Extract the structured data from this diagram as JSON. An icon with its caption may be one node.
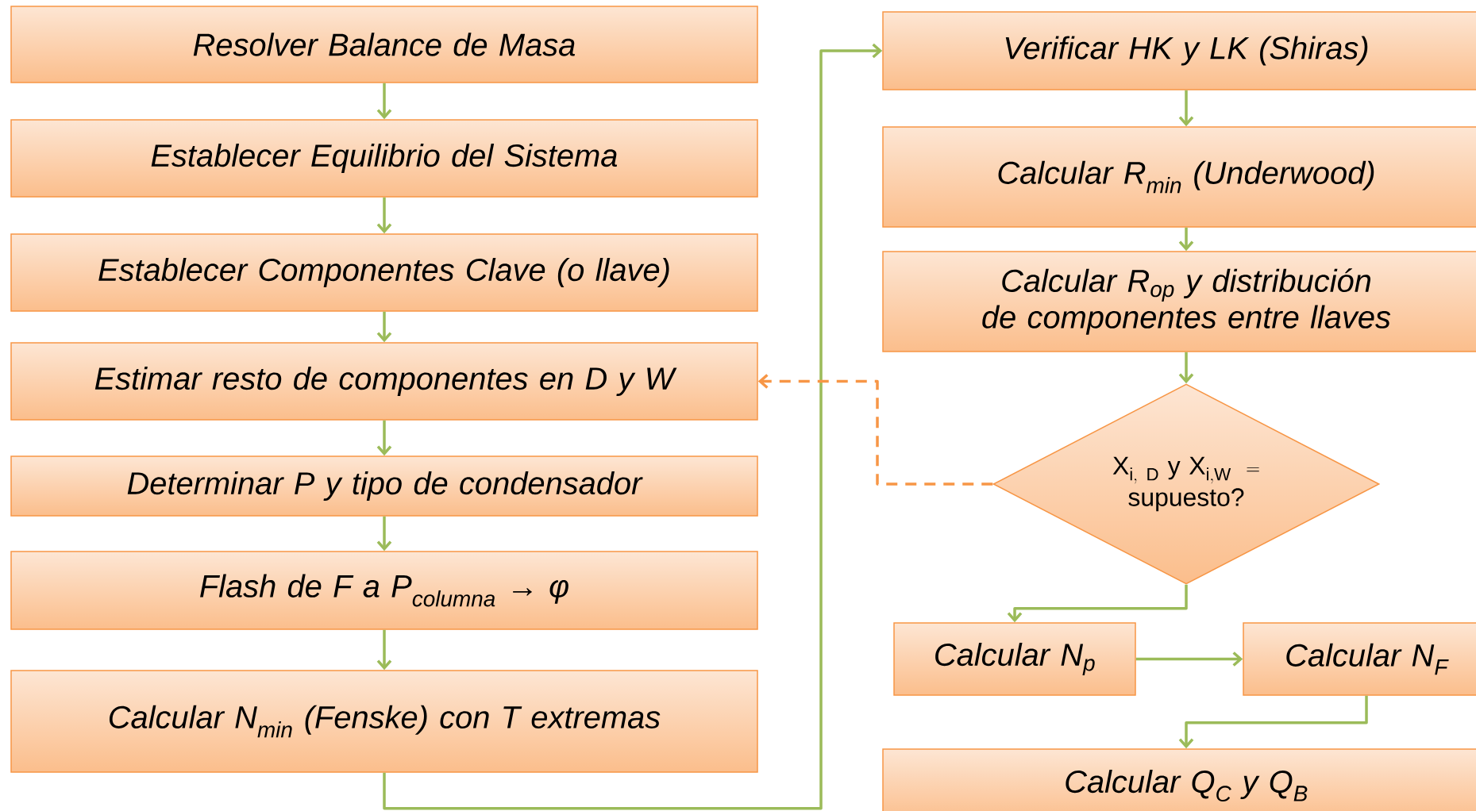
{
  "diagram": {
    "nodes": [
      {
        "text": [
          "Resolver Balance de Masa"
        ]
      },
      {
        "text": [
          "Establecer Equilibrio del Sistema"
        ]
      },
      {
        "text": [
          "Establecer Componentes Clave (o llave)"
        ]
      },
      {
        "text": [
          "Estimar resto de componentes en D y W"
        ]
      },
      {
        "text": [
          "Determinar P y tipo de condensador"
        ]
      },
      {
        "text": [
          "Flash de F a P$_{columna}$ → φ"
        ]
      },
      {
        "text": [
          "Calcular N$_{min}$ (Fenske) con T extremas"
        ]
      },
      {
        "text": [
          "Verificar HK y LK (Shiras)"
        ]
      },
      {
        "text": [
          "Calcular R$_{min}$ (Underwood)"
        ]
      },
      {
        "text": [
          "Calcular R$_{op}$ y distribución de componentes entre llaves"
        ]
      },
      {
        "text": [
          "\\mathrm{X}_{\\mathrm{i,\\ D}}\\ \\mathrm{y}\\ \\mathrm{X}_{\\mathrm{i,W}}\\ =",
          "supuesto?"
        ]
      },
      {
        "text": [
          "Calcular N$_{p}$"
        ]
      },
      {
        "text": [
          "Calcular N$_{F}$"
        ]
      },
      {
        "text": [
          "Calcular Q$_{C}$ y Q$_{B}$"
        ]
      }
    ],
    "edges": [
      {
        "from": 0,
        "to": 1,
        "arrow": "to"
      },
      {
        "from": 1,
        "to": 2,
        "arrow": "to"
      },
      {
        "from": 2,
        "to": 3,
        "arrow": "to"
      },
      {
        "from": 3,
        "to": 4,
        "arrow": "to"
      },
      {
        "from": 4,
        "to": 5,
        "arrow": "to"
      },
      {
        "from": 5,
        "to": 6,
        "arrow": "to"
      },
      {
        "from": 6,
        "to": 7,
        "arrow": "to"
      },
      {
        "from": 7,
        "to": 8,
        "arrow": "to"
      },
      {
        "from": 8,
        "to": 9,
        "arrow": "to"
      },
      {
        "from": 9,
        "to": 10,
        "arrow": "to"
      },
      {
        "from": 10,
        "to": 3,
        "arrow": "to",
        "style": "dashed",
        "color": "#f79646"
      },
      {
        "from": 10,
        "to": 11,
        "arrow": "to"
      },
      {
        "from": 11,
        "to": 12,
        "arrow": "to"
      },
      {
        "from": 12,
        "to": 13,
        "arrow": "to"
      }
    ]
  }
}
